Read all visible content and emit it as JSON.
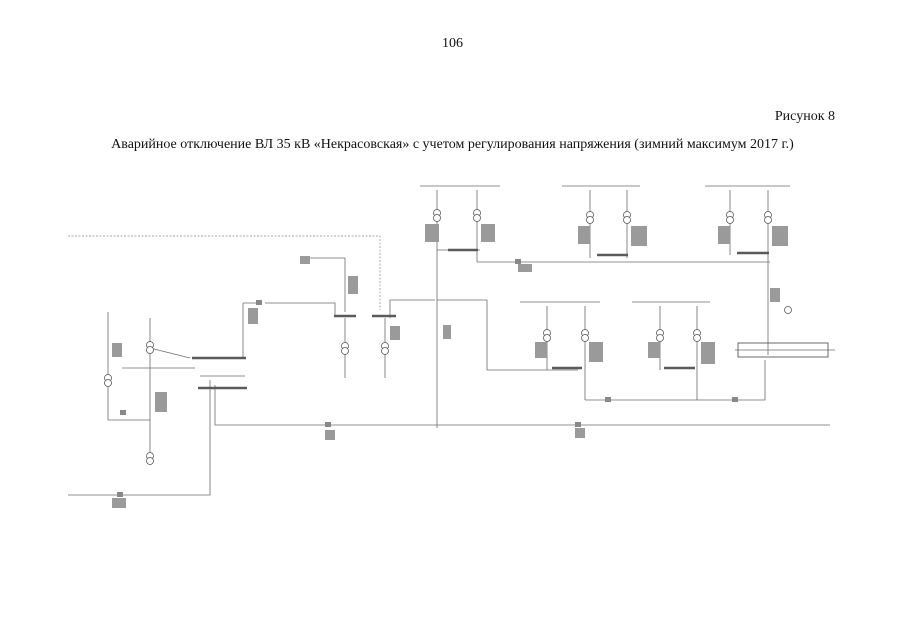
{
  "page": {
    "number": "106",
    "figure_label": "Рисунок 8",
    "caption": "Аварийное отключение ВЛ 35 кВ «Некрасовская» с учетом регулирования напряжения (зимний максимум 2017 г.)"
  },
  "diagram": {
    "type": "power-grid-single-line-scheme",
    "colors": {
      "lines": "#6d6d6d",
      "buses": "#5a5a5a",
      "background": "#ffffff"
    }
  }
}
